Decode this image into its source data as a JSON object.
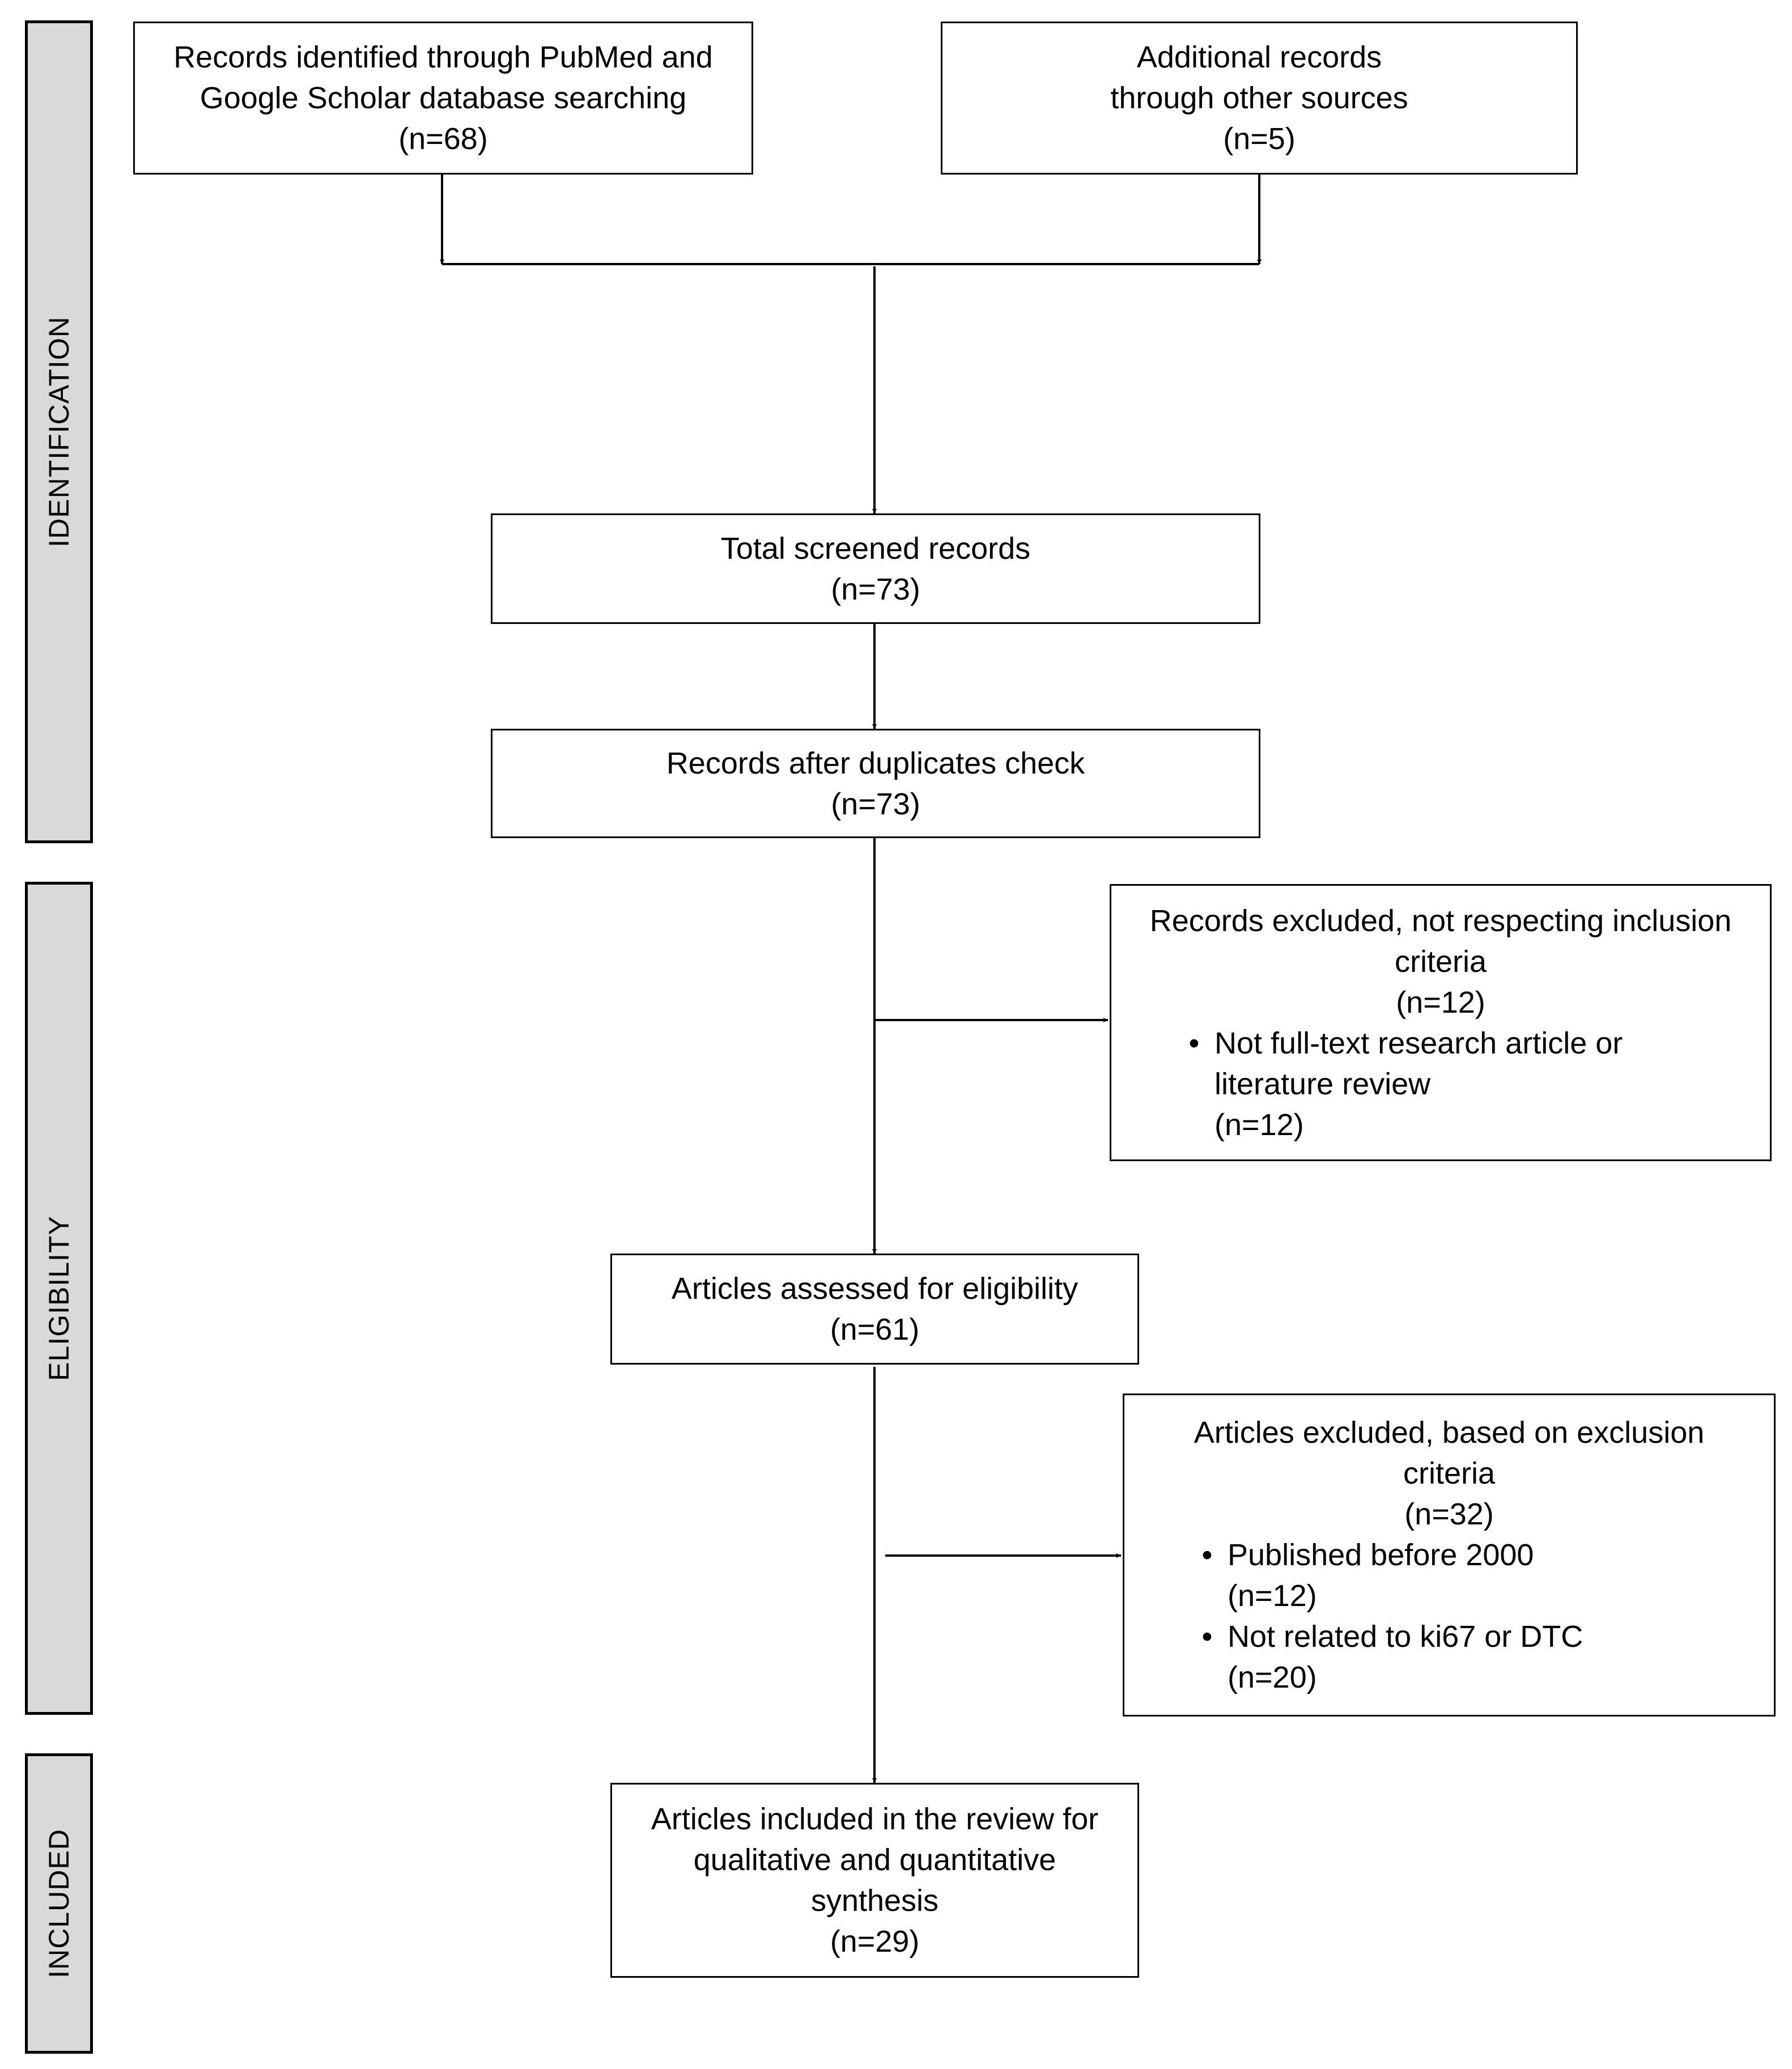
{
  "phases": {
    "identification": "IDENTIFICATION",
    "eligibility": "ELIGIBILITY",
    "included": "INCLUDED"
  },
  "boxes": {
    "pubmed": {
      "lines": [
        "Records identified through PubMed and",
        "Google Scholar database searching",
        "(n=68)"
      ]
    },
    "other_sources": {
      "lines": [
        "Additional records",
        "through other sources",
        "(n=5)"
      ]
    },
    "screened": {
      "lines": [
        "Total screened records",
        "(n=73)"
      ]
    },
    "duplicates": {
      "lines": [
        "Records after duplicates check",
        "(n=73)"
      ]
    },
    "excluded_inclusion": {
      "heading": [
        "Records excluded, not respecting inclusion",
        "criteria",
        "(n=12)"
      ],
      "bullets": [
        {
          "text": "Not full-text research article or",
          "cont": "literature review",
          "count": "(n=12)"
        }
      ]
    },
    "eligibility": {
      "lines": [
        "Articles assessed for eligibility",
        "(n=61)"
      ]
    },
    "excluded_exclusion": {
      "heading": [
        "Articles excluded, based on exclusion",
        "criteria",
        "(n=32)"
      ],
      "bullets": [
        {
          "text": "Published before 2000",
          "count": "(n=12)"
        },
        {
          "text": "Not related to ki67 or DTC",
          "count": "(n=20)"
        }
      ]
    },
    "included": {
      "lines": [
        "Articles included in the review for",
        "qualitative and quantitative",
        "synthesis",
        "(n=29)"
      ]
    }
  },
  "bullet_glyph": "•"
}
